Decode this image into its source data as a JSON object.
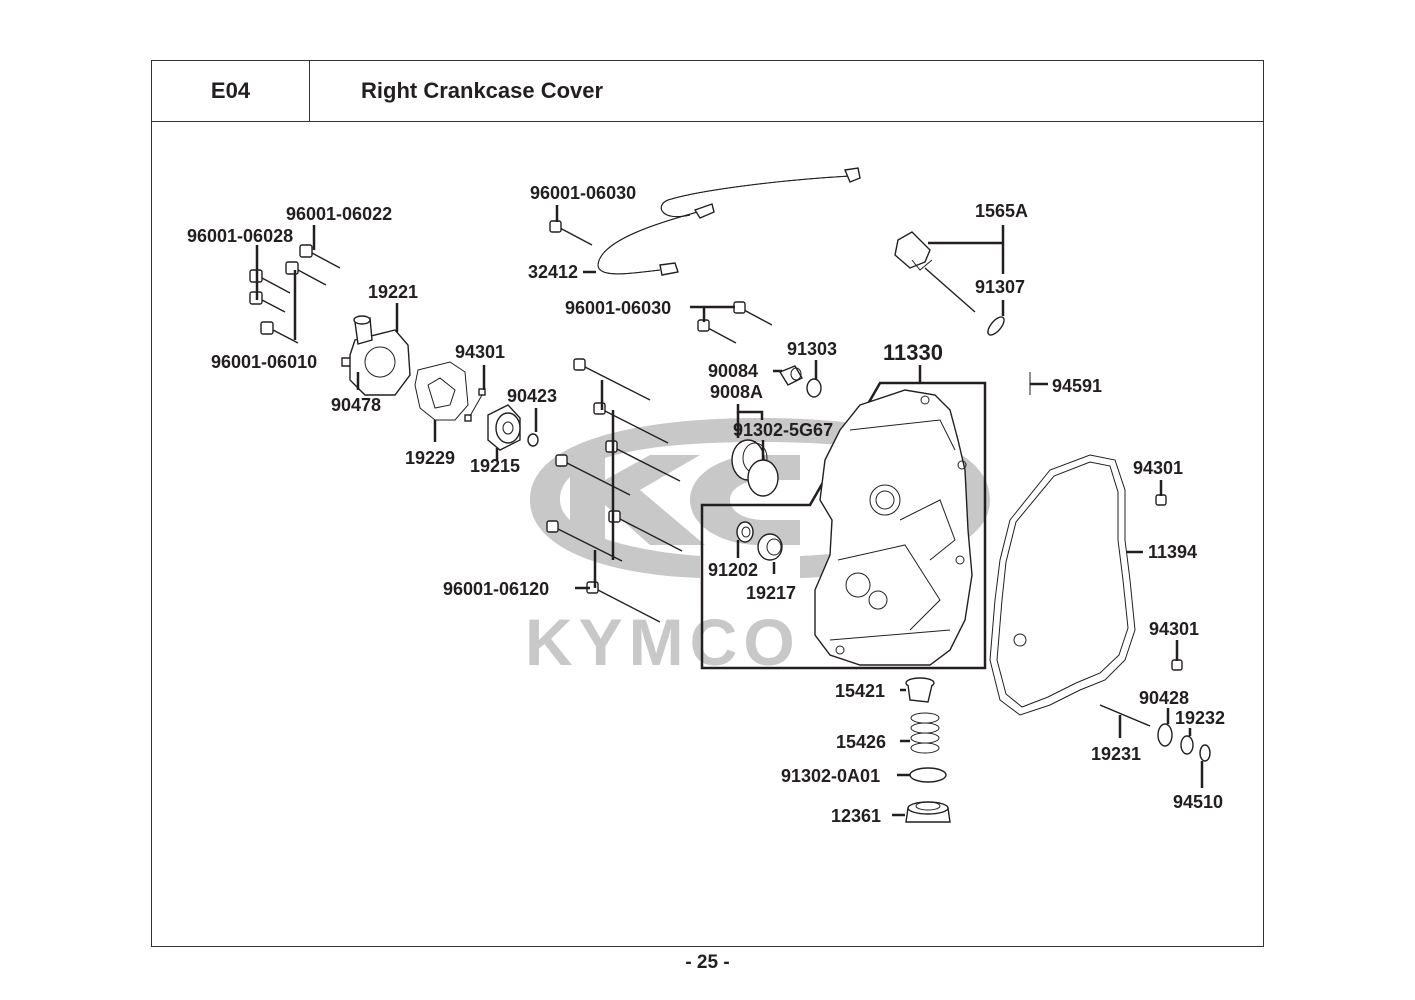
{
  "header": {
    "section_code": "E04",
    "title": "Right Crankcase Cover"
  },
  "watermark": {
    "brand_text": "KYMCO",
    "color": "#c8c8c8"
  },
  "parts": [
    {
      "id": "p-96001-06022",
      "label": "96001-06022"
    },
    {
      "id": "p-96001-06028",
      "label": "96001-06028"
    },
    {
      "id": "p-96001-06010",
      "label": "96001-06010"
    },
    {
      "id": "p-19221",
      "label": "19221"
    },
    {
      "id": "p-90478",
      "label": "90478"
    },
    {
      "id": "p-94301-a",
      "label": "94301"
    },
    {
      "id": "p-19229",
      "label": "19229"
    },
    {
      "id": "p-19215",
      "label": "19215"
    },
    {
      "id": "p-90423",
      "label": "90423"
    },
    {
      "id": "p-96001-06030-a",
      "label": "96001-06030"
    },
    {
      "id": "p-32412",
      "label": "32412"
    },
    {
      "id": "p-96001-06030-b",
      "label": "96001-06030"
    },
    {
      "id": "p-1565A",
      "label": "1565A"
    },
    {
      "id": "p-91307",
      "label": "91307"
    },
    {
      "id": "p-90084",
      "label": "90084"
    },
    {
      "id": "p-91303",
      "label": "91303"
    },
    {
      "id": "p-9008A",
      "label": "9008A"
    },
    {
      "id": "p-91302-5G67",
      "label": "91302-5G67"
    },
    {
      "id": "p-11330",
      "label": "11330"
    },
    {
      "id": "p-94591",
      "label": "94591"
    },
    {
      "id": "p-94301-b",
      "label": "94301"
    },
    {
      "id": "p-11394",
      "label": "11394"
    },
    {
      "id": "p-94301-c",
      "label": "94301"
    },
    {
      "id": "p-96001-06120",
      "label": "96001-06120"
    },
    {
      "id": "p-91202",
      "label": "91202"
    },
    {
      "id": "p-19217",
      "label": "19217"
    },
    {
      "id": "p-15421",
      "label": "15421"
    },
    {
      "id": "p-15426",
      "label": "15426"
    },
    {
      "id": "p-91302-0A01",
      "label": "91302-0A01"
    },
    {
      "id": "p-12361",
      "label": "12361"
    },
    {
      "id": "p-90428",
      "label": "90428"
    },
    {
      "id": "p-19232",
      "label": "19232"
    },
    {
      "id": "p-19231",
      "label": "19231"
    },
    {
      "id": "p-94510",
      "label": "94510"
    }
  ],
  "footer": {
    "page_number": "- 25 -"
  }
}
